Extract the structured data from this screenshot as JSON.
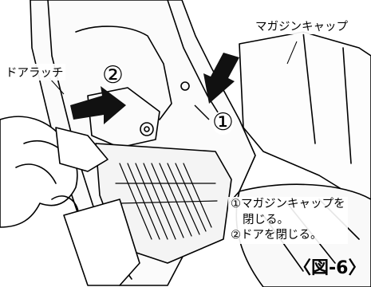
{
  "labels": {
    "magazine_cap": "マガジンキャップ",
    "door_latch": "ドアラッチ"
  },
  "steps": {
    "step1_marker": "①",
    "step2_marker": "②"
  },
  "instructions": {
    "line1": "①マガジンキャップを",
    "line2": "閉じる。",
    "line3": "②ドアを閉じる。"
  },
  "figure": {
    "caption": "〈図-6〉"
  },
  "icons": [
    "arrow-icon",
    "arrow-icon"
  ],
  "colors": {
    "ink": "#000000",
    "paper": "#ffffff"
  }
}
